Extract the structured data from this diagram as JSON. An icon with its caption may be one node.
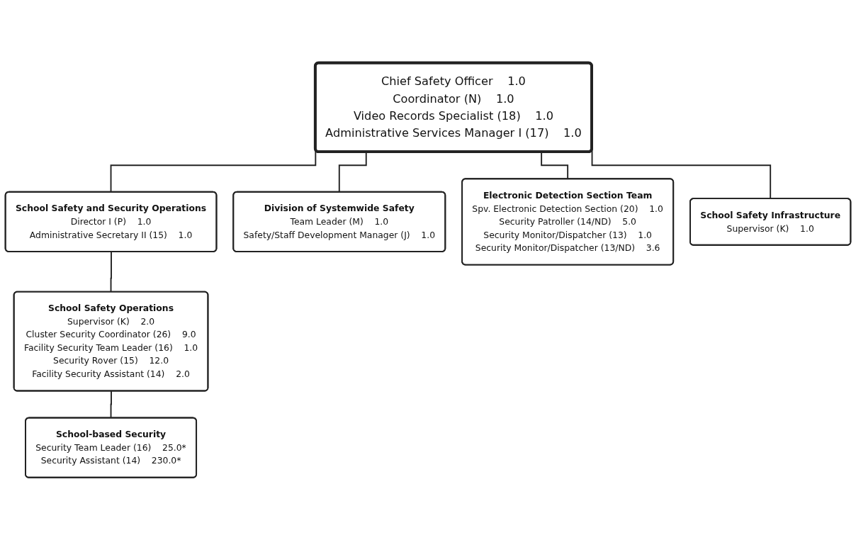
{
  "diagram": {
    "nodes": [
      {
        "text": [
          "Chief Safety Officer",
          "1.0",
          "Coordinator (N)",
          "1.0",
          "Video Records Specialist (18)",
          "1.0",
          "Administrative Services Manager I (17)",
          "1.0"
        ]
      },
      {
        "text": [
          "School Safety and Security Operations",
          "Director I (P)",
          "1.0",
          "Administrative Secretary II (15)",
          "1.0"
        ]
      },
      {
        "text": [
          "School Safety Operations",
          "Supervisor (K)",
          "2.0",
          "Cluster Security Coordinator (26)",
          "9.0",
          "Facility Security Team Leader (16)",
          "1.0",
          "Security Rover (15)",
          "12.0",
          "Facility Security Assistant (14)",
          "2.0"
        ]
      },
      {
        "text": [
          "School-based Security",
          "Security Team Leader (16)",
          "25.0*",
          "Security Assistant (14)",
          "230.0*"
        ]
      },
      {
        "text": [
          "Division of Systemwide Safety",
          "Team Leader (M)",
          "1.0",
          "Safety/Staff Development Manager (J)",
          "1.0"
        ]
      },
      {
        "text": [
          "Electronic Detection Section Team",
          "Spv. Electronic Detection Section (20)",
          "1.0",
          "Security Patroller (14/ND)",
          "5.0",
          "Security Monitor/Dispatcher (13)",
          "1.0",
          "Security Monitor/Dispatcher (13/ND)",
          "3.6"
        ]
      },
      {
        "text": [
          "School Safety Infrastructure",
          "Supervisor (K)",
          "1.0"
        ]
      }
    ],
    "edges": [
      {
        "from": 0,
        "to": 1,
        "arrow": "none"
      },
      {
        "from": 1,
        "to": 2,
        "arrow": "none"
      },
      {
        "from": 2,
        "to": 3,
        "arrow": "none"
      },
      {
        "from": 0,
        "to": 4,
        "arrow": "none"
      },
      {
        "from": 0,
        "to": 5,
        "arrow": "none"
      },
      {
        "from": 0,
        "to": 6,
        "arrow": "none"
      }
    ]
  }
}
